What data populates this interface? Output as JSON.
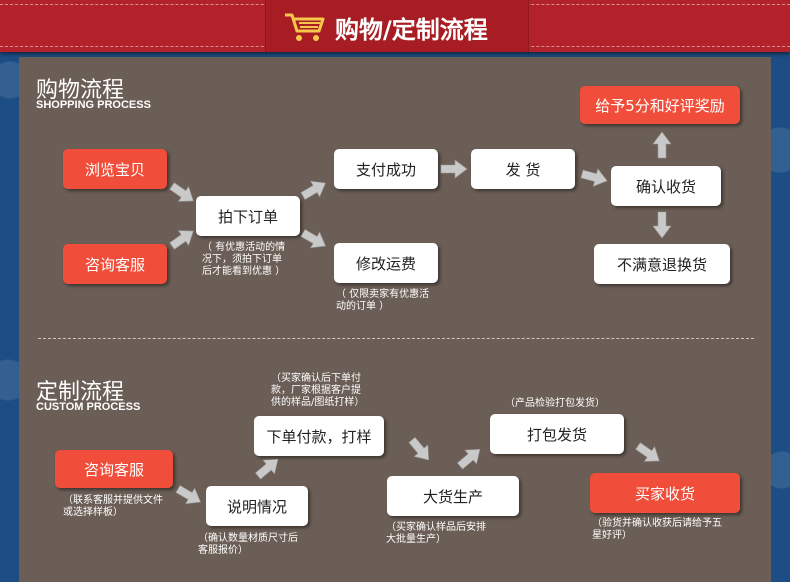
{
  "header": {
    "title": "购物/定制流程",
    "icon": "shopping-cart-icon"
  },
  "shopping": {
    "title": "购物流程",
    "subtitle": "SHOPPING PROCESS",
    "browse": "浏览宝贝",
    "consult": "咨询客服",
    "order": "拍下订单",
    "order_note": [
      "（ 有优惠活动的情",
      "况下，须拍下订单",
      "后才能看到优惠 ）"
    ],
    "pay": "支付成功",
    "ship": "发  货",
    "edit_freight": "修改运费",
    "edit_freight_note": [
      "（ 仅限卖家有优惠活",
      "动的订单 ）"
    ],
    "confirm": "确认收货",
    "review": "给予5分和好评奖励",
    "return": "不满意退换货"
  },
  "custom": {
    "title": "定制流程",
    "subtitle": "CUSTOM PROCESS",
    "consult": "咨询客服",
    "consult_note": [
      "（联系客服并提供文件",
      "或选择样板）"
    ],
    "explain": "说明情况",
    "explain_note": [
      "（确认数量材质尺寸后",
      "客服报价）"
    ],
    "deposit": "下单付款，打样",
    "deposit_note": [
      "（买家确认后下单付",
      "款，厂家根据客户提",
      "供的样品/图纸打样）"
    ],
    "mass": "大货生产",
    "mass_note": [
      "（买家确认样品后安排",
      "大批量生产）"
    ],
    "pack": "打包发货",
    "pack_note": "（产品检验打包发货）",
    "receive": "买家收货",
    "receive_note": [
      "（验货并确认收获后请给予五",
      "星好评）"
    ]
  },
  "colors": {
    "header_red": "#b3222a",
    "panel_brown": "#6b5e56",
    "accent_red": "#f04e3a",
    "arrow_gray": "#c9c9c9"
  }
}
